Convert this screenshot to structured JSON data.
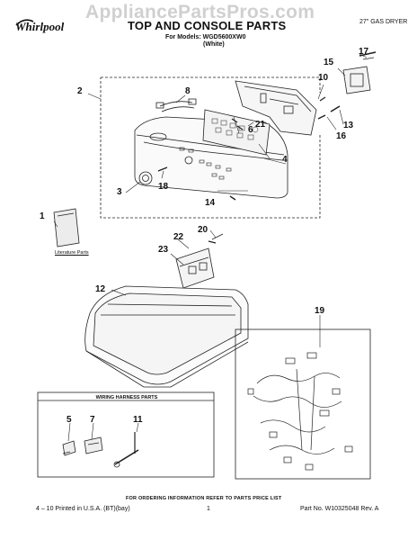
{
  "watermark": "AppliancePartsPros.com",
  "brand": "Whirlpool",
  "header": {
    "title": "TOP AND CONSOLE PARTS",
    "models": "For Models: WGD5600XW0",
    "color": "(White)",
    "product": "27\" GAS DRYER"
  },
  "callouts": {
    "c1": "1",
    "c2": "2",
    "c3": "3",
    "c4": "4",
    "c5": "5",
    "c6": "6",
    "c7": "7",
    "c8": "8",
    "c10": "10",
    "c11": "11",
    "c12": "12",
    "c13": "13",
    "c14": "14",
    "c15": "15",
    "c16": "16",
    "c17": "17",
    "c18": "18",
    "c19": "19",
    "c20": "20",
    "c21": "21",
    "c22": "22",
    "c23": "23"
  },
  "literature_label": "Literature Parts",
  "wiring_harness_title": "WIRING HARNESS PARTS",
  "footer": {
    "ordering": "FOR ORDERING INFORMATION REFER TO PARTS PRICE LIST",
    "printed": "4 – 10 Printed in U.S.A. (BT)(bay)",
    "page": "1",
    "part_no": "Part No. W10325048 Rev. A"
  }
}
